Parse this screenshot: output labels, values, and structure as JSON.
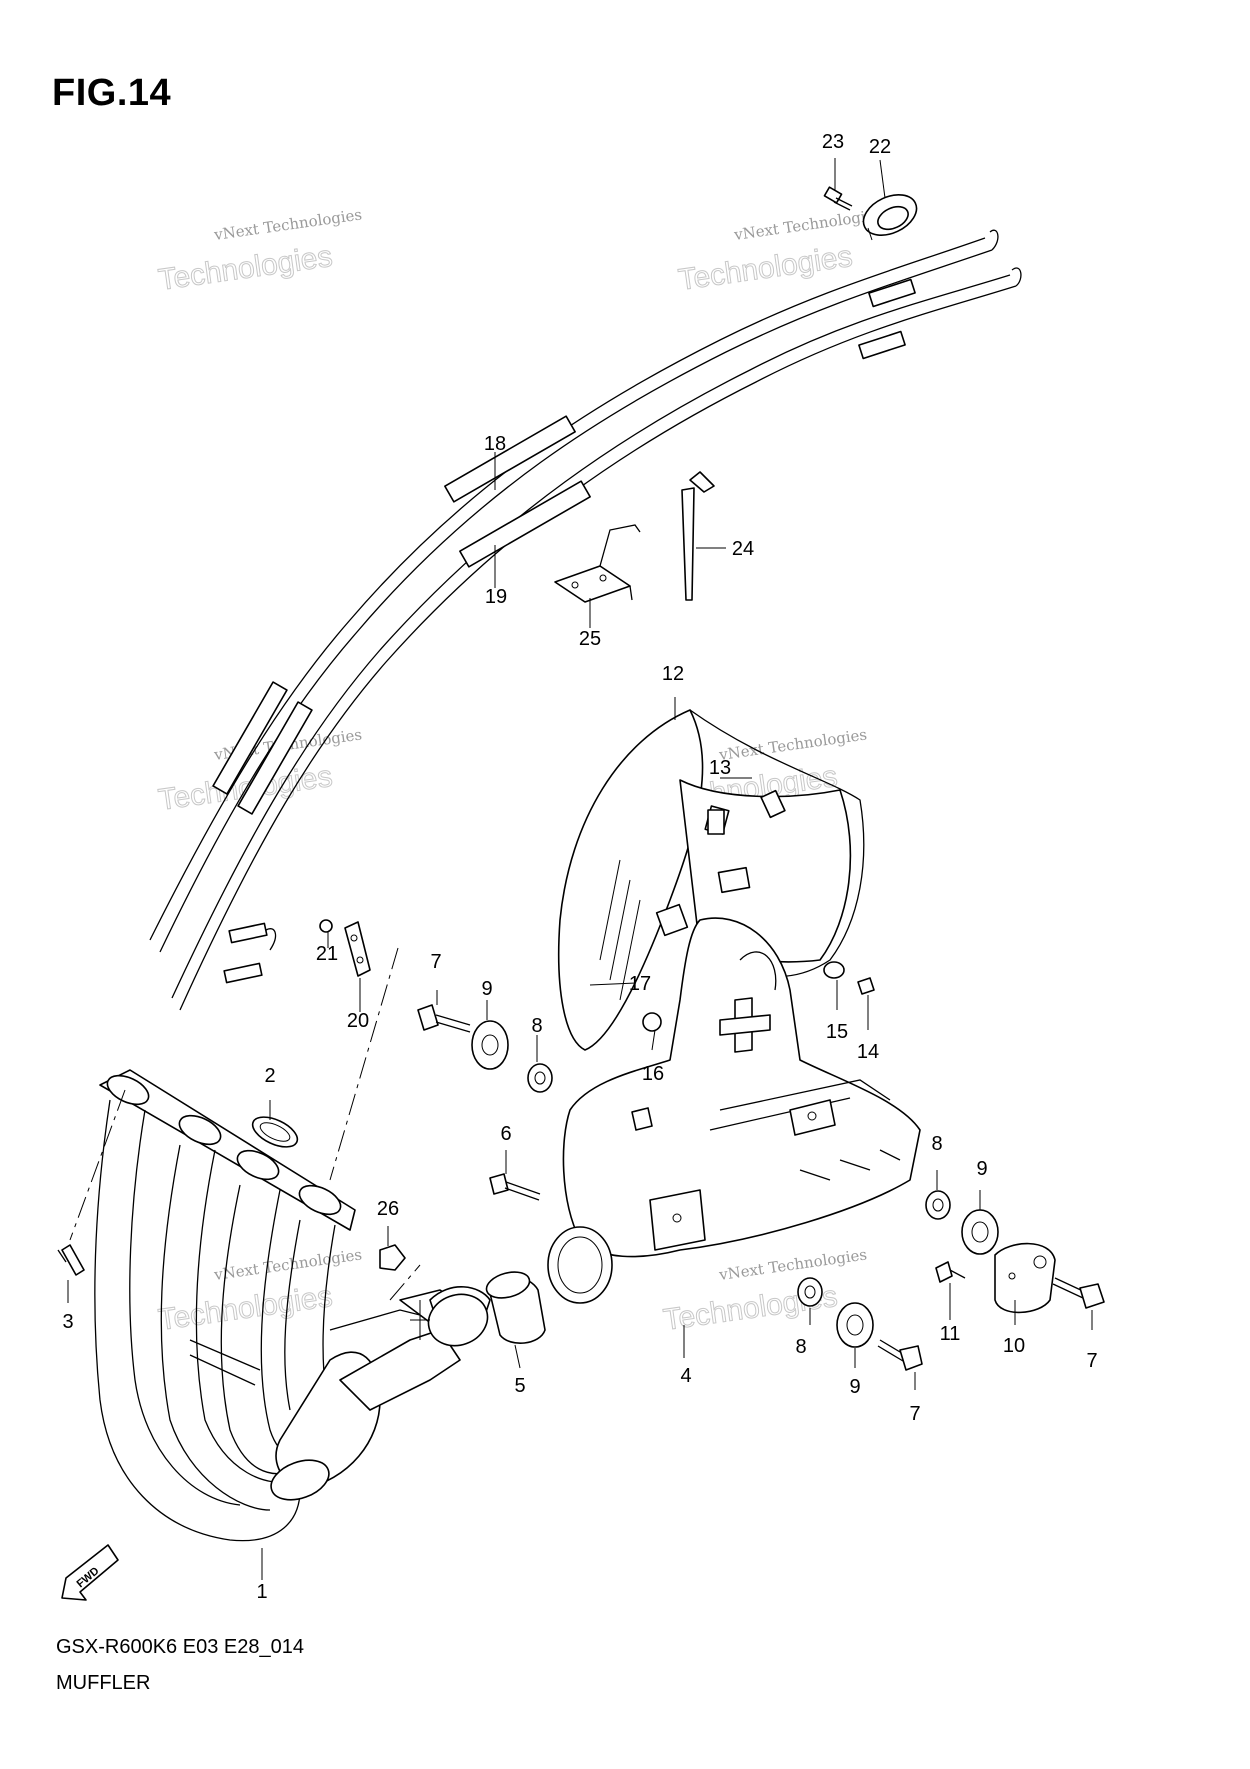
{
  "figure": {
    "title": "FIG.14"
  },
  "footer": {
    "model_code": "GSX-R600K6 E03 E28_014",
    "section_name": "MUFFLER"
  },
  "fwd_label": "FWD",
  "watermark": {
    "line1": "vNext Technologies",
    "line2": "Technologies"
  },
  "callouts": {
    "n1": "1",
    "n2": "2",
    "n3": "3",
    "n4": "4",
    "n5": "5",
    "n6": "6",
    "n7": "7",
    "n8": "8",
    "n9": "9",
    "n10": "10",
    "n11": "11",
    "n12": "12",
    "n13": "13",
    "n14": "14",
    "n15": "15",
    "n16": "16",
    "n17": "17",
    "n18": "18",
    "n19": "19",
    "n20": "20",
    "n21": "21",
    "n22": "22",
    "n23": "23",
    "n24": "24",
    "n25": "25",
    "n26": "26"
  }
}
